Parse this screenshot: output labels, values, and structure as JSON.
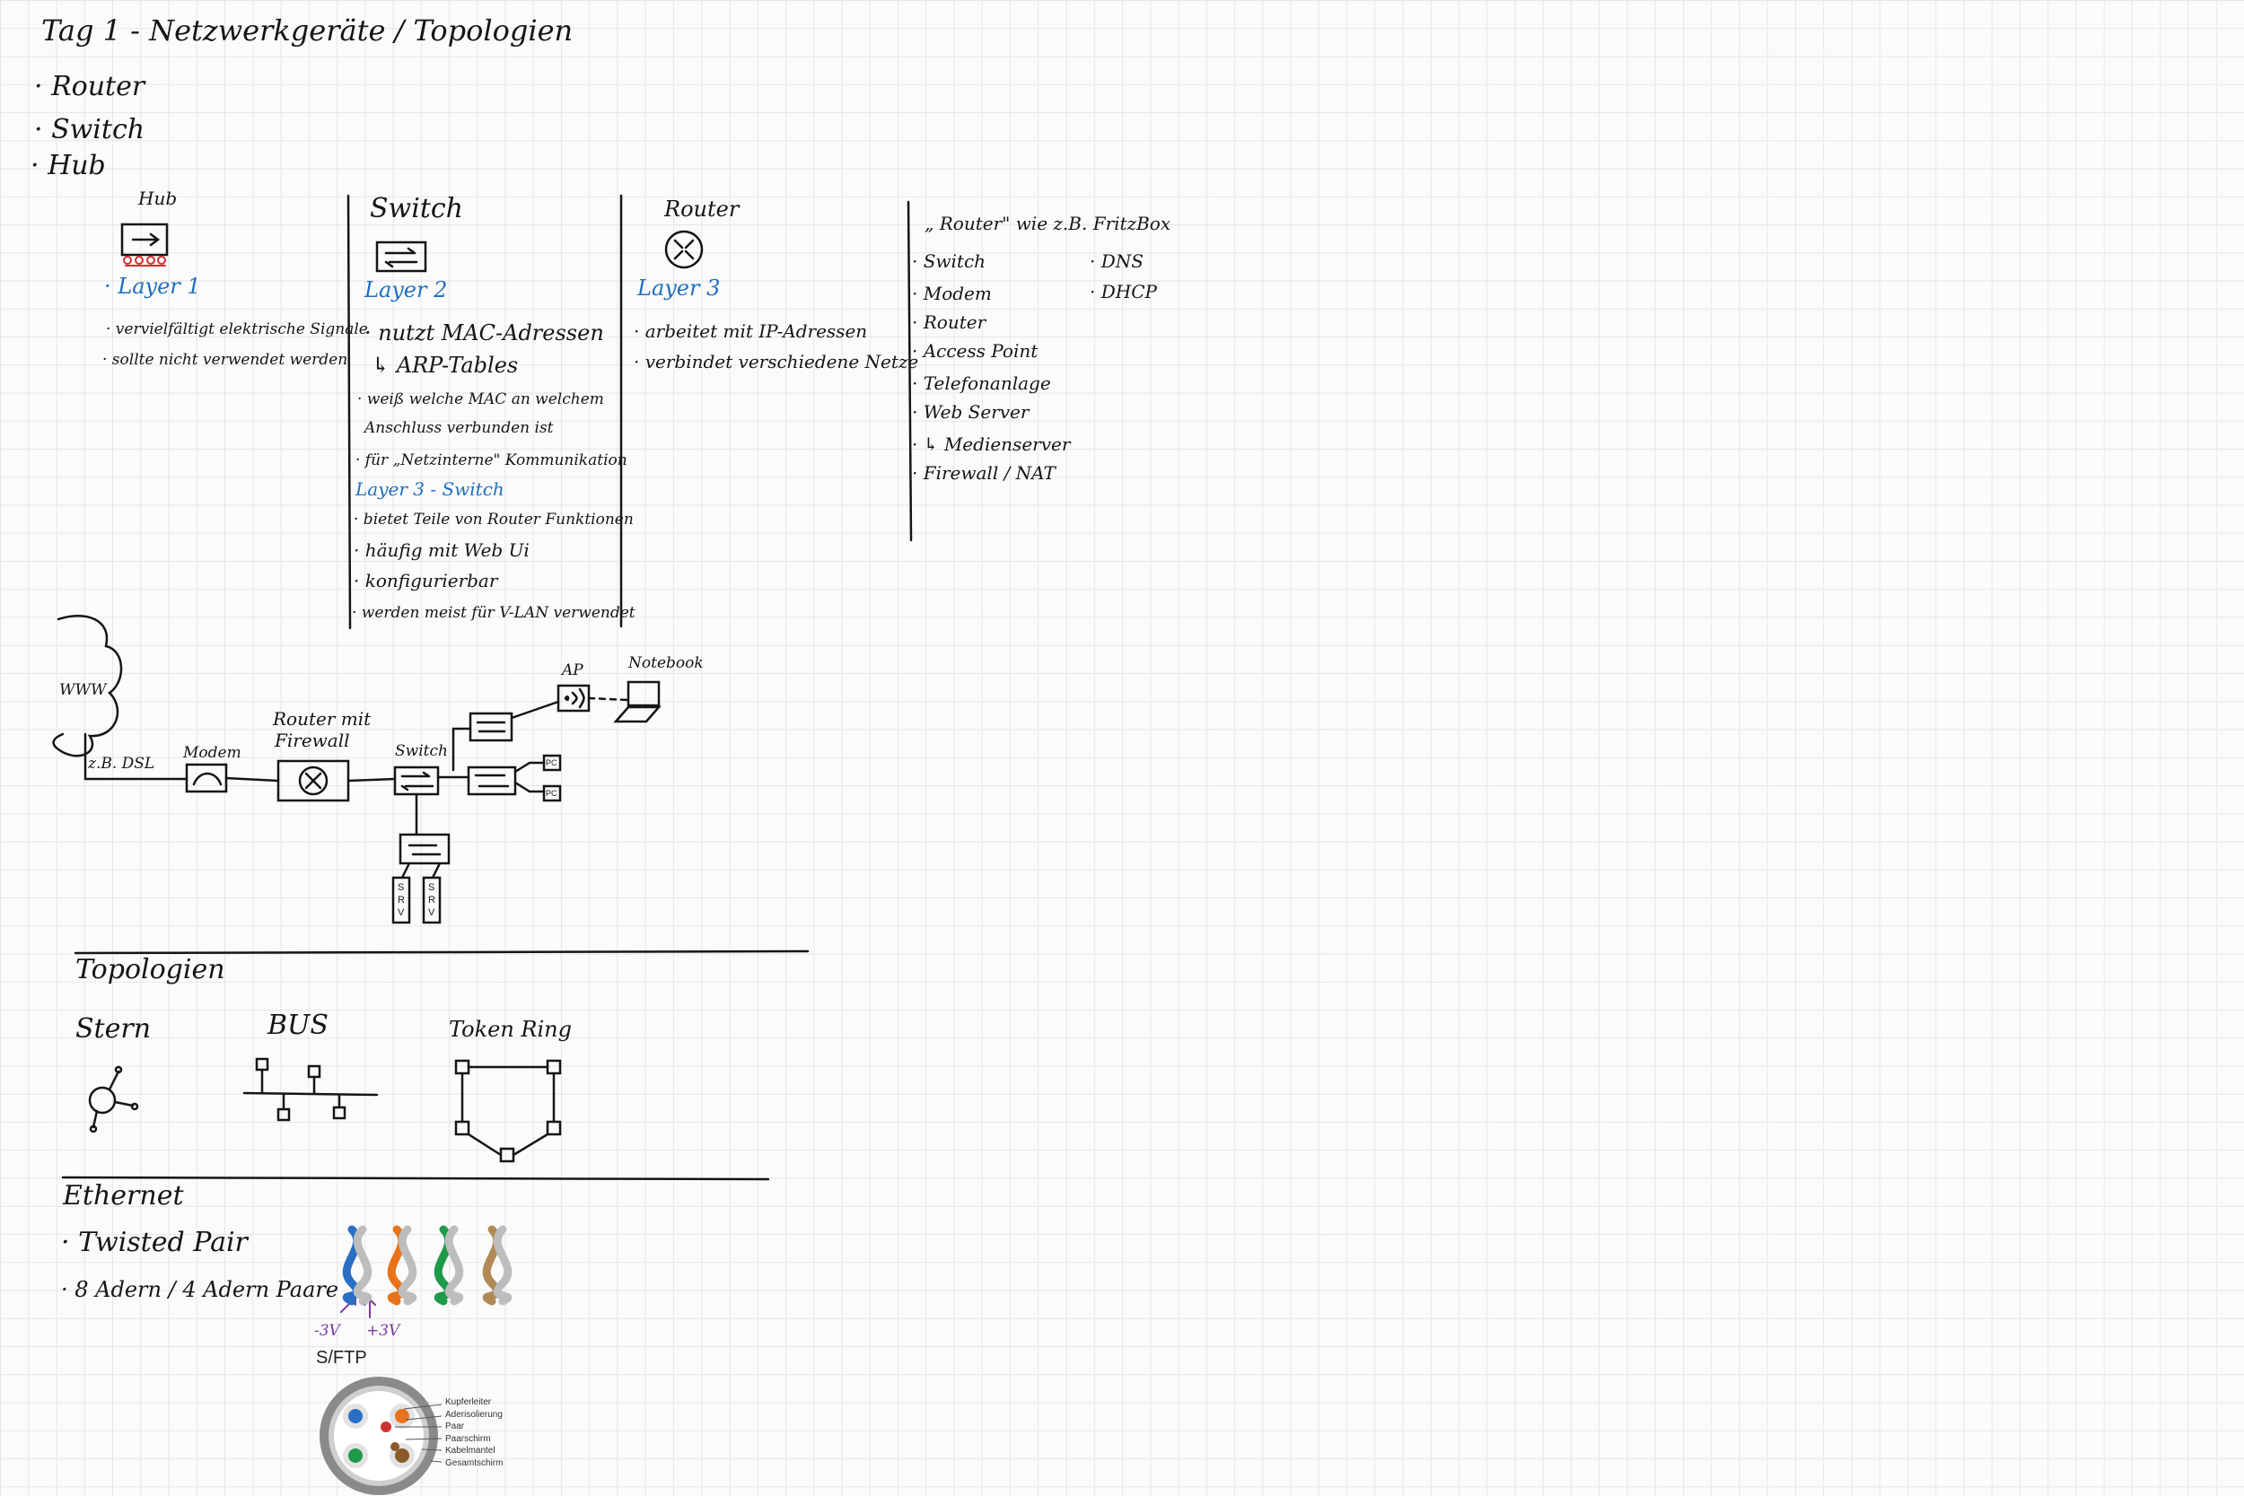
{
  "title": "Tag 1 - Netzwerkgeräte / Topologien",
  "intro_list": [
    "· Router",
    "· Switch",
    "· Hub"
  ],
  "hub": {
    "heading": "Hub",
    "layer": "· Layer 1",
    "notes": [
      "· vervielfältigt elektrische Signale",
      "· sollte nicht verwendet werden"
    ]
  },
  "switch": {
    "heading": "Switch",
    "layer": "Layer 2",
    "notes": [
      "· nutzt MAC-Adressen",
      "↳ ARP-Tables",
      "· weiß welche MAC an welchem",
      "Anschluss verbunden ist",
      "· für „Netzinterne\" Kommunikation"
    ],
    "layer3": "Layer 3 - Switch",
    "layer3_notes": [
      "· bietet Teile von Router Funktionen",
      "· häufig mit Web Ui",
      "· konfigurierbar",
      "· werden meist für V-LAN verwendet"
    ]
  },
  "router": {
    "heading": "Router",
    "layer": "Layer 3",
    "notes": [
      "· arbeitet mit IP-Adressen",
      "· verbindet verschiedene Netze"
    ]
  },
  "fritzbox": {
    "heading": "„ Router\" wie z.B. FritzBox",
    "items": [
      "· Switch",
      "· Modem",
      "· Router",
      "· Access Point",
      "· Telefonanlage",
      "· Web Server",
      "· ↳ Medienserver",
      "· Firewall / NAT"
    ],
    "items_right": [
      "· DNS",
      "· DHCP"
    ]
  },
  "network": {
    "www": "WWW",
    "dsl": "z.B. DSL",
    "modem": "Modem",
    "router": "Router mit",
    "router2": "Firewall",
    "switch": "Switch",
    "ap": "AP",
    "notebook": "Notebook",
    "pc": "PC",
    "srv": [
      "S",
      "R",
      "V"
    ]
  },
  "topologien": {
    "heading": "Topologien",
    "stern": "Stern",
    "bus": "BUS",
    "ring": "Token Ring"
  },
  "ethernet": {
    "heading": "Ethernet",
    "items": [
      "· Twisted Pair",
      "· 8 Adern / 4 Adern Paare"
    ],
    "minus": "-3V",
    "plus": "+3V",
    "sftp": "S/FTP",
    "legend": [
      "Kupferleiter",
      "Aderisolierung",
      "Paar",
      "Paarschirm",
      "Kabelmantel",
      "Gesamtschirm"
    ]
  },
  "colors": {
    "ink": "#151515",
    "blue": "#1f6fbf",
    "red": "#d23030",
    "orange": "#e8731a",
    "green": "#1f9a4a",
    "brown": "#b08a55",
    "pair_blue": "#2a6fc4",
    "purple": "#7a3aa0"
  },
  "icons": [
    "hub-icon",
    "switch-icon",
    "router-icon",
    "modem-icon",
    "access-point-icon",
    "notebook-icon",
    "server-icon",
    "cloud-icon",
    "cable-cross-section-icon"
  ]
}
